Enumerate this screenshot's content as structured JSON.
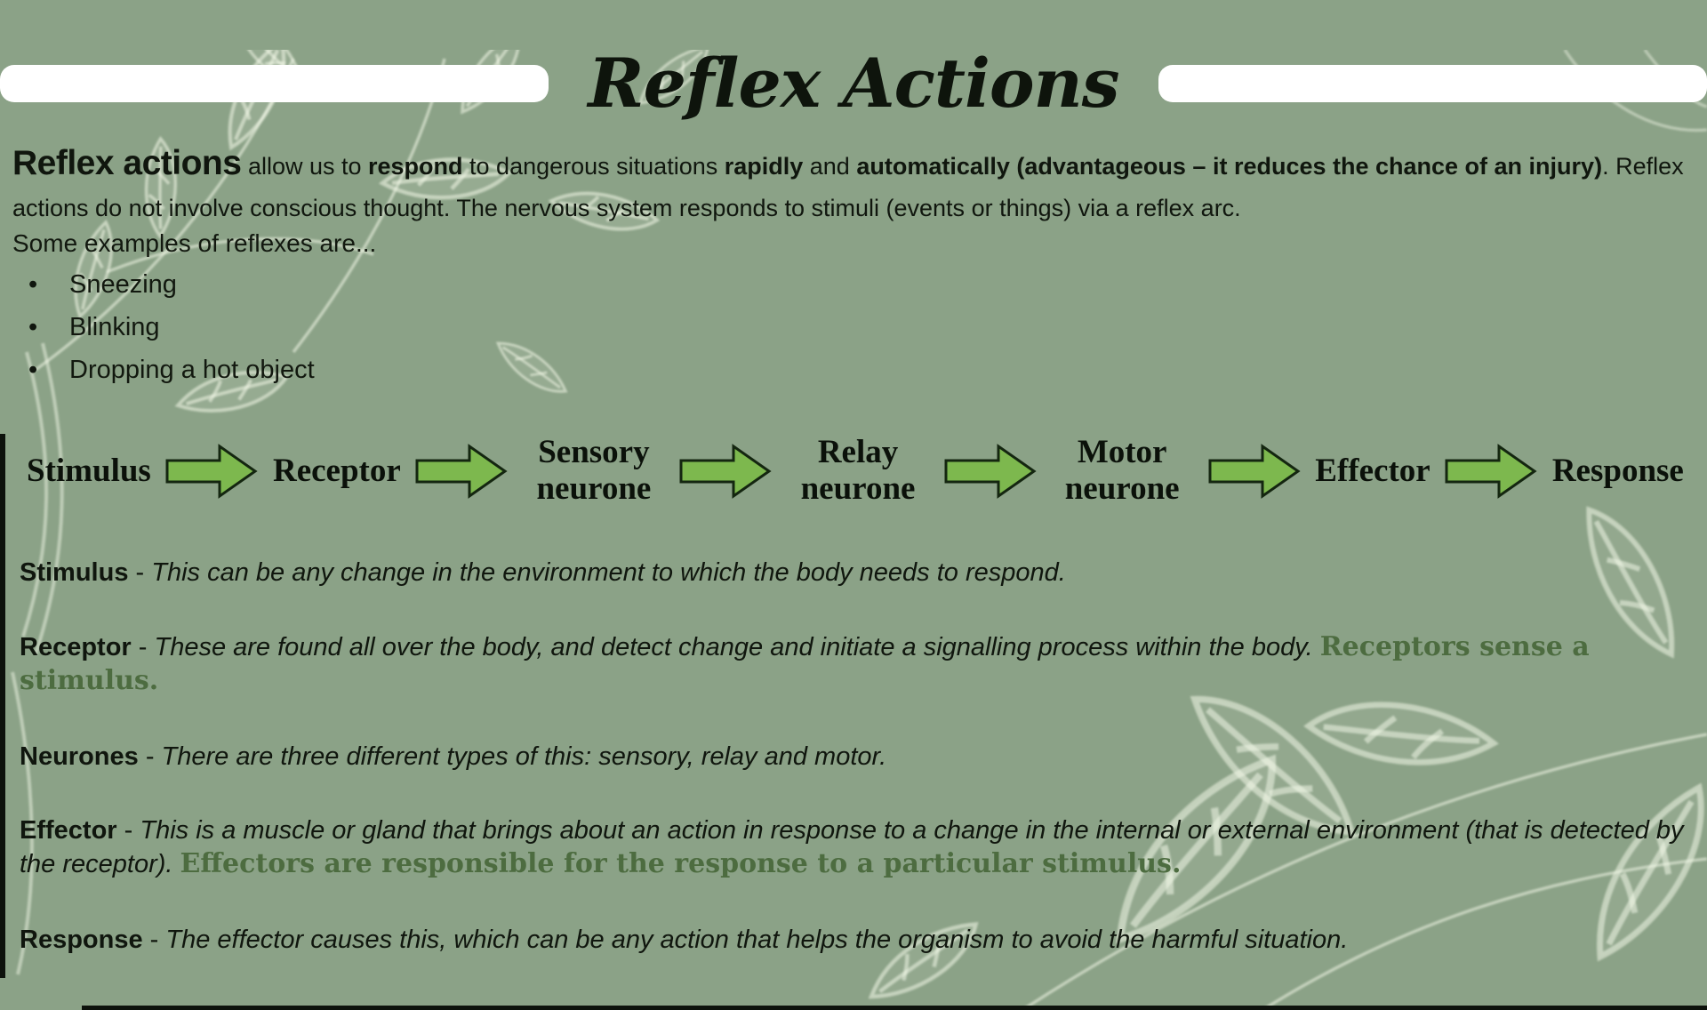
{
  "slide": {
    "title": "Reflex Actions",
    "intro": {
      "lead": "Reflex actions",
      "s1": " allow us to ",
      "b1": "respond",
      "s2": " to dangerous situations ",
      "b2": "rapidly",
      "s3": " and ",
      "b3": "automatically (advantageous – it reduces the chance of an injury)",
      "s4": ". Reflex actions do not involve conscious thought. The nervous system responds to stimuli (events or things) via a reflex arc."
    },
    "examples_heading": "Some examples of reflexes are...",
    "examples": [
      "Sneezing",
      "Blinking",
      "Dropping a hot object"
    ],
    "flow": [
      "Stimulus",
      "Receptor",
      "Sensory neurone",
      "Relay neurone",
      "Motor neurone",
      "Effector",
      "Response"
    ],
    "definitions": [
      {
        "term": "Stimulus",
        "sep": " - ",
        "body": "This can be any change in the environment to which the body needs to respond.",
        "highlight": ""
      },
      {
        "term": "Receptor",
        "sep": " - ",
        "body": "These are found all over the body, and detect change and initiate a signalling process within the body.",
        "highlight": "Receptors sense a stimulus."
      },
      {
        "term": "Neurones",
        "sep": " - ",
        "body": "There are three different types of this: sensory, relay and motor.",
        "highlight": ""
      },
      {
        "term": "Effector",
        "sep": " - ",
        "body": "This is a muscle or gland that brings about an action in response to a change in the internal or external environment (that is detected by the receptor).",
        "highlight": "Effectors are responsible for the response to a particular stimulus."
      },
      {
        "term": "Response",
        "sep": " - ",
        "body": "The effector causes this, which can be any action that helps the organism to avoid the harmful situation.",
        "highlight": ""
      }
    ],
    "colors": {
      "background": "#8ba287",
      "arrow_fill": "#7db84e",
      "arrow_outline": "#142610",
      "highlight_text": "#4d6c40",
      "title_bar": "#ffffff",
      "body_text": "#10160e"
    }
  }
}
